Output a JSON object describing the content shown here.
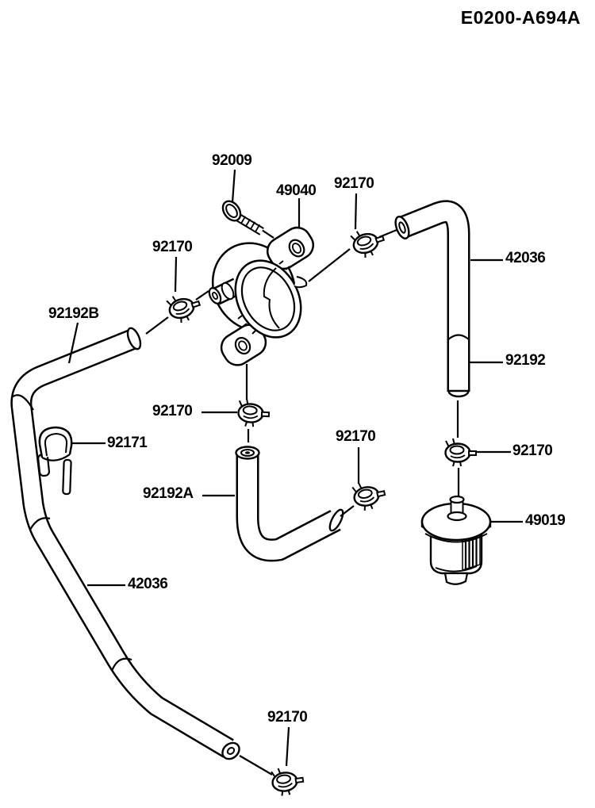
{
  "title": "E0200-A694A",
  "colors": {
    "ink": "#000000",
    "background": "#ffffff"
  },
  "callouts": [
    {
      "text": "92009"
    },
    {
      "text": "49040"
    },
    {
      "text": "92170"
    },
    {
      "text": "92170"
    },
    {
      "text": "42036"
    },
    {
      "text": "92192B"
    },
    {
      "text": "92192"
    },
    {
      "text": "92170"
    },
    {
      "text": "92171"
    },
    {
      "text": "92170"
    },
    {
      "text": "92170"
    },
    {
      "text": "92192A"
    },
    {
      "text": "49019"
    },
    {
      "text": "42036"
    },
    {
      "text": "92170"
    }
  ]
}
